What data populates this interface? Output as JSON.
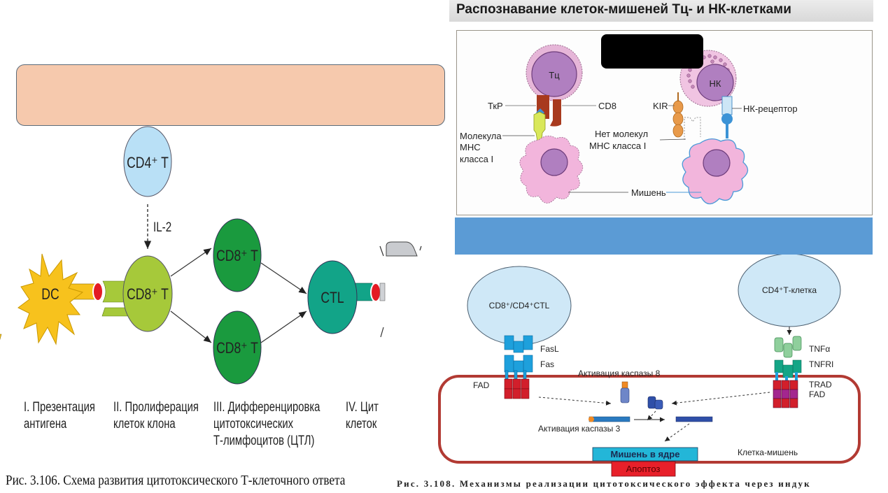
{
  "left_figure": {
    "nodes": {
      "cd4": "CD4⁺ T",
      "il2": "IL-2",
      "dc": "DC",
      "cd8_center": "CD8⁺ T",
      "cd8_top": "CD8⁺ T",
      "cd8_bottom": "CD8⁺ T",
      "ctl": "CTL"
    },
    "stages": [
      {
        "line1": "I. Презентация",
        "line2": "антигена",
        "line3": ""
      },
      {
        "line1": "II. Пролиферация",
        "line2": "клеток клона",
        "line3": ""
      },
      {
        "line1": "III. Дифференцировка",
        "line2": "цитотоксических",
        "line3": "Т-лимфоцитов (ЦТЛ)"
      },
      {
        "line1": "IV. Цит",
        "line2": "клеток",
        "line3": ""
      }
    ],
    "caption": "Рис. 3.106. Схема развития цитотоксического Т-клеточного ответа"
  },
  "right_top_figure": {
    "title": "Распознавание клеток-мишеней Тц- и НК-клетками",
    "labels": {
      "tc": "Тц",
      "nk": "НК",
      "tcr": "ТкР",
      "cd8": "CD8",
      "kir": "KIR",
      "nk_receptor": "НК-рецептор",
      "mhc_line1": "Молекула",
      "mhc_line2": "МНС",
      "mhc_line3": "класса I",
      "no_mhc_line1": "Нет молекул",
      "no_mhc_line2": "МНС класса I",
      "target": "Мишень"
    }
  },
  "right_bottom_figure": {
    "labels": {
      "ctl": "CD8⁺/CD4⁺CTL",
      "cd4_cell": "CD4⁺Т-клетка",
      "fasl": "FasL",
      "fas": "Fas",
      "fad_left": "FAD",
      "tnfa": "TNFα",
      "tnfri": "TNFRI",
      "trad": "TRAD",
      "fad_right": "FAD",
      "casp8": "Активация каспазы 8",
      "casp3": "Активация каспазы 3",
      "nucleus_target": "Мишень в ядре",
      "target_cell": "Клетка-мишень",
      "apoptosis": "Апоптоз"
    },
    "caption": "Рис. 3.108. Механизмы реализации цитотоксического эффекта через индук"
  },
  "colors": {
    "peach": "#f6c9ad",
    "blue_band": "#5b9bd5",
    "dc_yellow": "#f7c21d",
    "cd8_lightgreen": "#a6c93a",
    "cd8_green": "#1a9a3e",
    "ctl_teal": "#12a488",
    "cd4_blue": "#b9e0f6",
    "membrane_red": "#b03a30",
    "apoptosis_red": "#e8202a"
  }
}
